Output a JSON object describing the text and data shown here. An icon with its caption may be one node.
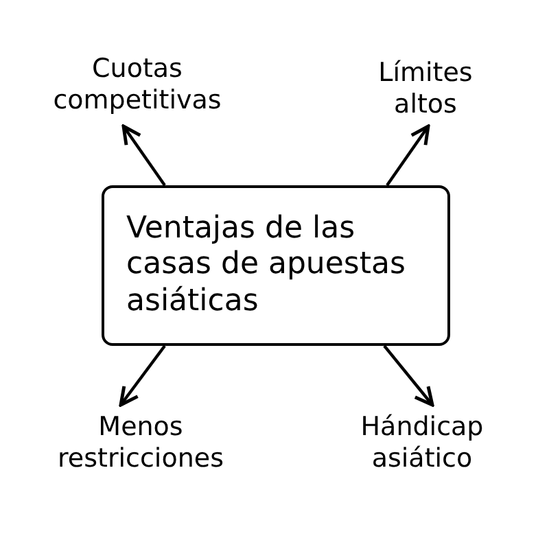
{
  "diagram": {
    "nodes": [
      {
        "text": [
          "Ventajas de las casas de apuestas asiáticas"
        ]
      },
      {
        "text": [
          "Cuotas competitivas"
        ]
      },
      {
        "text": [
          "Límites altos"
        ]
      },
      {
        "text": [
          "Menos restricciones"
        ]
      },
      {
        "text": [
          "Hándicap asiático"
        ]
      }
    ],
    "edges": [
      {
        "from": 0,
        "to": 1,
        "arrow": "to"
      },
      {
        "from": 0,
        "to": 2,
        "arrow": "to"
      },
      {
        "from": 0,
        "to": 3,
        "arrow": "to"
      },
      {
        "from": 0,
        "to": 4,
        "arrow": "to"
      }
    ]
  }
}
